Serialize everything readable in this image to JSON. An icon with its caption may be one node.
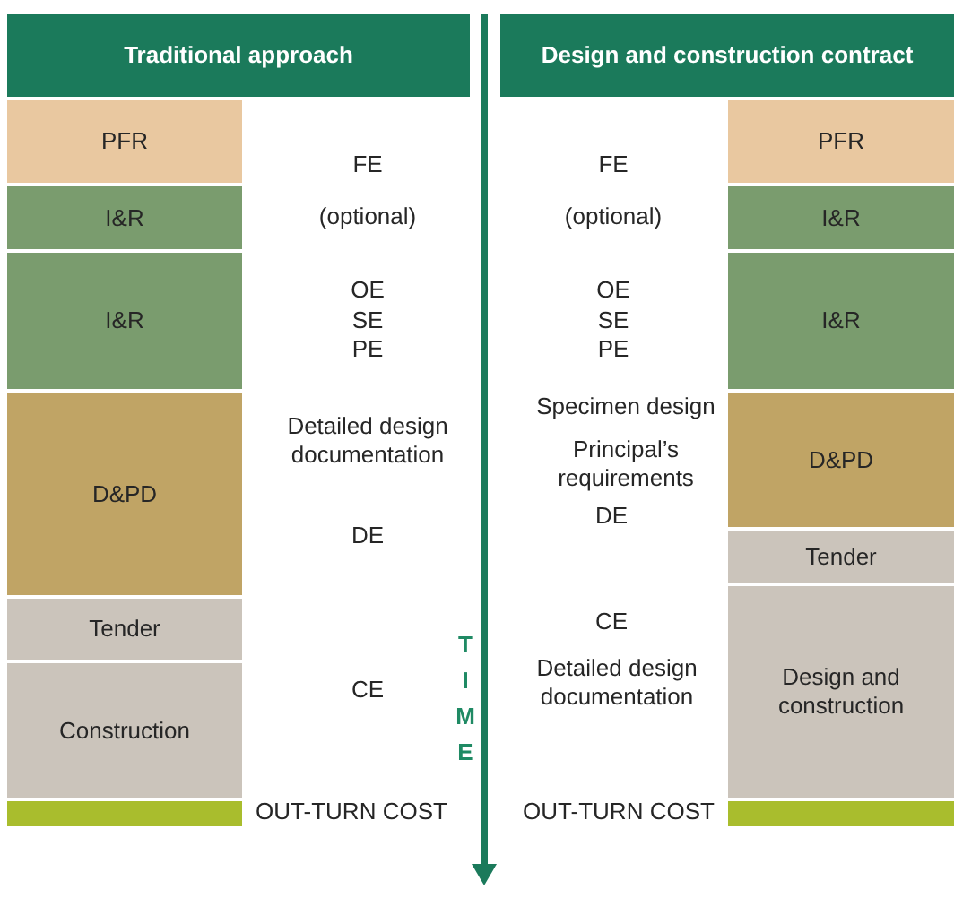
{
  "diagram": {
    "nodes": [
      {
        "text": [
          "Traditional approach"
        ]
      },
      {
        "text": [
          "Design and construction contract"
        ]
      },
      {
        "text": [
          "PFR"
        ]
      },
      {
        "text": [
          "I&R"
        ]
      },
      {
        "text": [
          "I&R"
        ]
      },
      {
        "text": [
          "D&PD"
        ]
      },
      {
        "text": [
          "Tender"
        ]
      },
      {
        "text": [
          "Construction"
        ]
      },
      {
        "text": [],
        "shape": "bar"
      },
      {
        "text": [
          "PFR"
        ]
      },
      {
        "text": [
          "I&R"
        ]
      },
      {
        "text": [
          "I&R"
        ]
      },
      {
        "text": [
          "D&PD"
        ]
      },
      {
        "text": [
          "Tender"
        ]
      },
      {
        "text": [
          "Design and construction"
        ]
      },
      {
        "text": [],
        "shape": "bar"
      }
    ],
    "labels": [
      "FE",
      "(optional)",
      "OE",
      "SE",
      "PE",
      "Detailed design documentation",
      "DE",
      "CE",
      "OUT-TURN COST",
      "TIME",
      "FE",
      "(optional)",
      "OE",
      "SE",
      "PE",
      "Specimen design",
      "Principal’s requirements",
      "DE",
      "CE",
      "Detailed design documentation",
      "OUT-TURN COST"
    ]
  }
}
